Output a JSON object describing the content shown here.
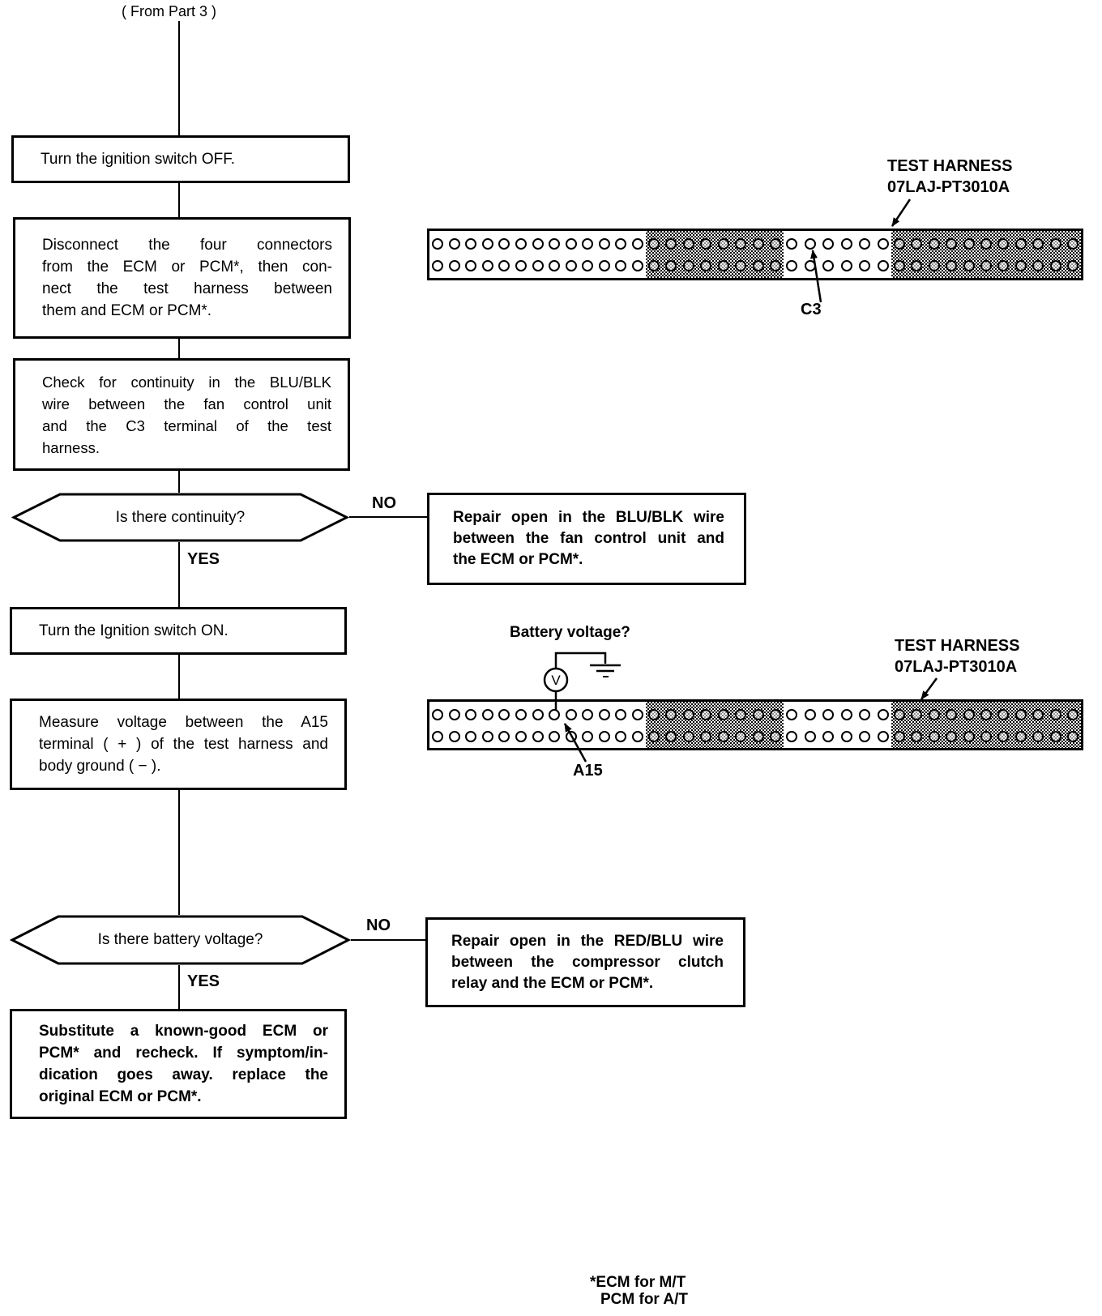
{
  "colors": {
    "ink": "#000000",
    "paper": "#ffffff"
  },
  "flow": {
    "entry_label": "( From Part 3 )",
    "yes_label": "YES",
    "no_label": "NO",
    "process_boxes": [
      {
        "id": "ignition-off",
        "lines": [
          "Turn the ignition switch OFF."
        ]
      },
      {
        "id": "connect-test-harness",
        "lines": [
          "Disconnect the four connectors",
          "from the ECM or PCM*, then con-",
          "nect the test harness between",
          "them and ECM or PCM*."
        ]
      },
      {
        "id": "check-continuity",
        "lines": [
          "Check for continuity in the BLU/BLK",
          "wire between the fan control unit",
          "and the C3 terminal of the test",
          "harness."
        ]
      },
      {
        "id": "ignition-on",
        "lines": [
          "Turn the Ignition switch ON."
        ]
      },
      {
        "id": "measure-voltage",
        "lines": [
          "Measure voltage between the A15",
          "terminal ( + ) of the test harness and",
          "body ground ( − )."
        ]
      },
      {
        "id": "substitute-ecm",
        "lines": [
          "Substitute a known-good ECM or",
          "PCM* and recheck. If symptom/in-",
          "dication goes away. replace the",
          "original ECM or PCM*."
        ]
      },
      {
        "id": "repair-blu-blk",
        "lines": [
          "Repair open in the BLU/BLK wire",
          "between the fan control unit and",
          "the ECM or PCM*."
        ]
      },
      {
        "id": "repair-red-blu",
        "lines": [
          "Repair open in the RED/BLU wire",
          "between the compressor clutch",
          "relay and the ECM or PCM*."
        ]
      }
    ],
    "decisions": [
      {
        "id": "continuity",
        "label": "Is there continuity?"
      },
      {
        "id": "battery-voltage",
        "label": "Is there battery voltage?"
      }
    ]
  },
  "harness": {
    "label_line1": "TEST HARNESS",
    "label_line2": "07LAJ-PT3010A",
    "terminal_c3": "C3",
    "terminal_a15": "A15",
    "battery_question": "Battery voltage?",
    "voltmeter_symbol": "V",
    "rows": 2,
    "sections": [
      {
        "name": "A",
        "cols": 13,
        "shaded": false
      },
      {
        "name": "B",
        "cols": 8,
        "shaded": true
      },
      {
        "name": "C",
        "cols": 6,
        "shaded": false
      },
      {
        "name": "D",
        "cols": 11,
        "shaded": true
      }
    ]
  },
  "footnote": {
    "line1": "*ECM for M/T",
    "line2": "PCM for A/T"
  }
}
